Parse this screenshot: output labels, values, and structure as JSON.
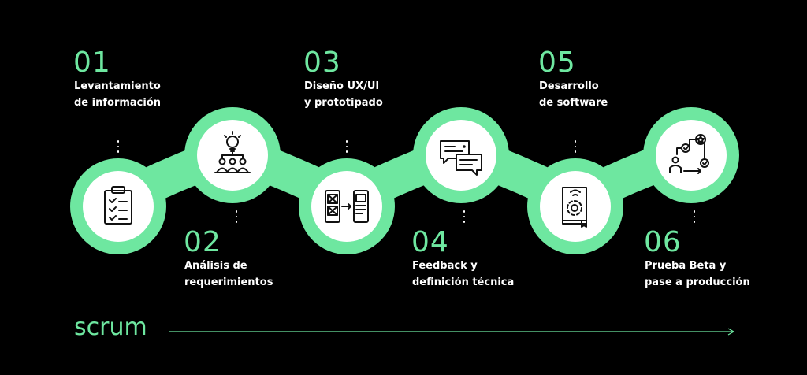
{
  "colors": {
    "background": "#000000",
    "accent": "#6ee7a0",
    "icon_bg": "#ffffff",
    "icon_stroke": "#111111",
    "text": "#ffffff"
  },
  "steps": [
    {
      "number": "01",
      "line1": "Levantamiento",
      "line2": "de información",
      "icon": "clipboard-checklist-icon"
    },
    {
      "number": "02",
      "line1": "Análisis de",
      "line2": "requerimientos",
      "icon": "idea-team-icon"
    },
    {
      "number": "03",
      "line1": "Diseño UX/UI",
      "line2": "y prototipado",
      "icon": "wireframe-prototype-icon"
    },
    {
      "number": "04",
      "line1": "Feedback y",
      "line2": "definición técnica",
      "icon": "chat-bubbles-icon"
    },
    {
      "number": "05",
      "line1": "Desarrollo",
      "line2": "de software",
      "icon": "software-book-gear-icon"
    },
    {
      "number": "06",
      "line1": "Prueba Beta y",
      "line2": "pase a producción",
      "icon": "workflow-approval-icon"
    }
  ],
  "footer": {
    "label": "scrum",
    "arrow_icon": "arrow-right-icon"
  }
}
